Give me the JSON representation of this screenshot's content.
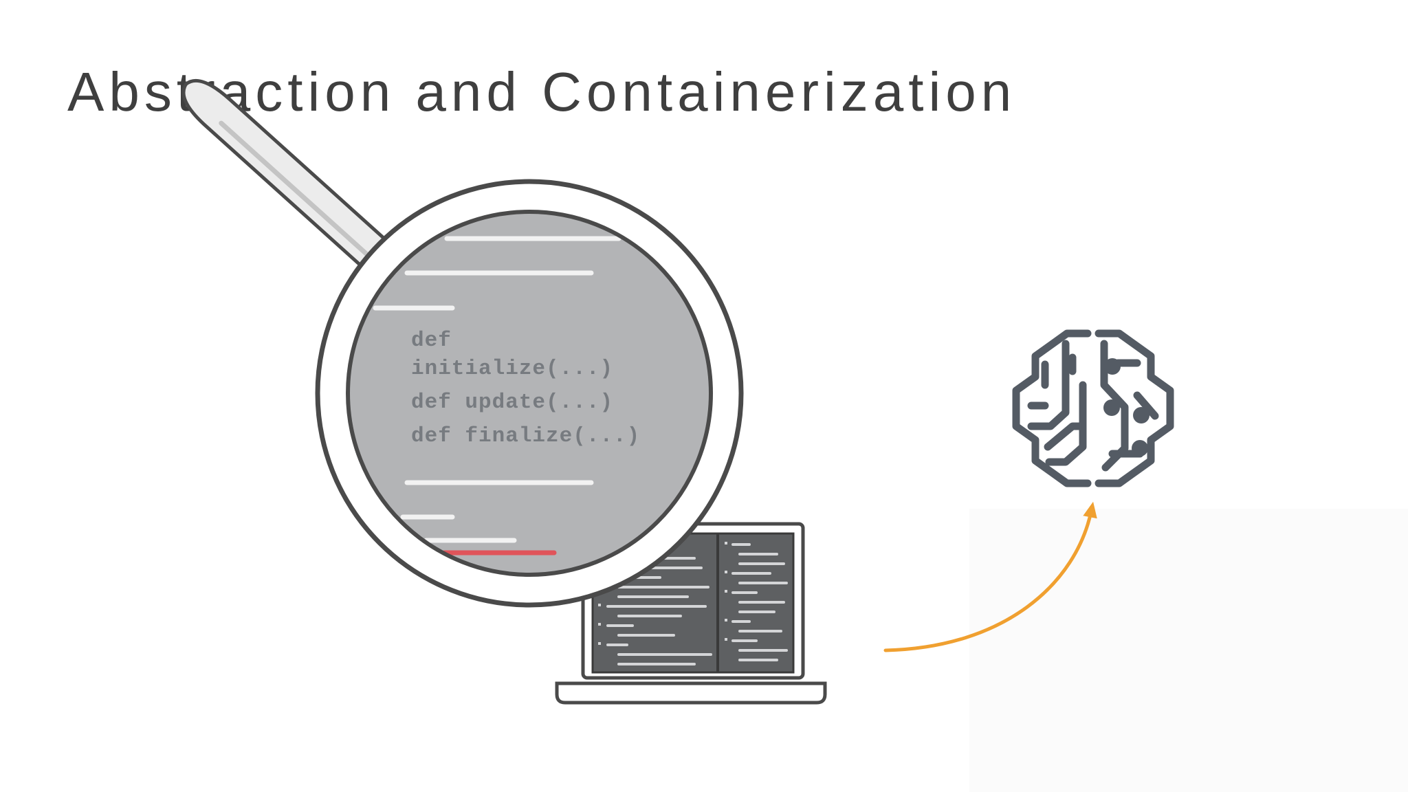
{
  "slide": {
    "title": "Abstraction and Containerization"
  },
  "magnifier": {
    "code_lines": [
      "def",
      "initialize(...)",
      "def update(...)",
      "def finalize(...)"
    ]
  },
  "icons": {
    "laptop": "laptop-code-icon",
    "brain": "brain-circuit-icon",
    "magnifier": "magnifying-glass-icon",
    "arrow": "curved-arrow-icon"
  },
  "colors": {
    "title": "#3f3f3f",
    "outline": "#4a4a4a",
    "lens_fill": "#b3b4b6",
    "code_text": "#777b80",
    "highlight_line": "#e0545a",
    "arrow": "#f0a030",
    "brain_icon": "#545b64"
  }
}
